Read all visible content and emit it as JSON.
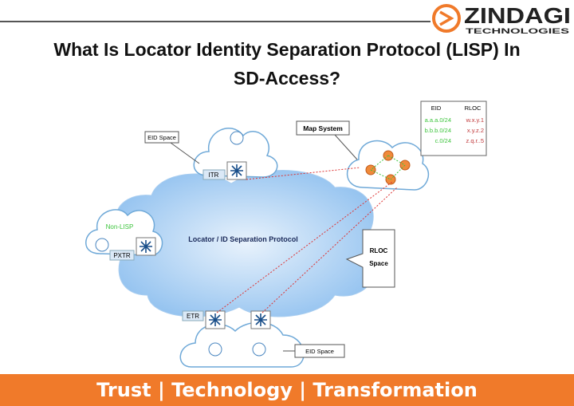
{
  "header": {
    "logo_main": "ZINDAGI",
    "logo_sub": "TECHNOLOGIES",
    "title_line1": "What Is Locator Identity Separation Protocol (LISP) In",
    "title_line2": "SD-Access?"
  },
  "diagram": {
    "center_label": "Locator / ID Separation Protocol",
    "eid_space_top": "EID Space",
    "itr": "ITR",
    "map_system": "Map System",
    "non_lisp": "Non-LISP",
    "pxtr": "PXTR",
    "rloc_space_1": "RLOC",
    "rloc_space_2": "Space",
    "etr": "ETR",
    "eid_space_bottom": "EID Space",
    "table": {
      "headers": [
        "EID",
        "RLOC"
      ],
      "rows": [
        [
          "a.a.a.0/24",
          "w.x.y.1"
        ],
        [
          "b.b.b.0/24",
          "x.y.z.2"
        ],
        [
          "c.0/24",
          "z.q.r..5"
        ]
      ]
    }
  },
  "footer": {
    "tagline": "Trust | Technology | Transformation"
  },
  "colors": {
    "accent": "#f07a2a",
    "eid_green": "#3cc43c",
    "rloc_red": "#c0393b"
  }
}
